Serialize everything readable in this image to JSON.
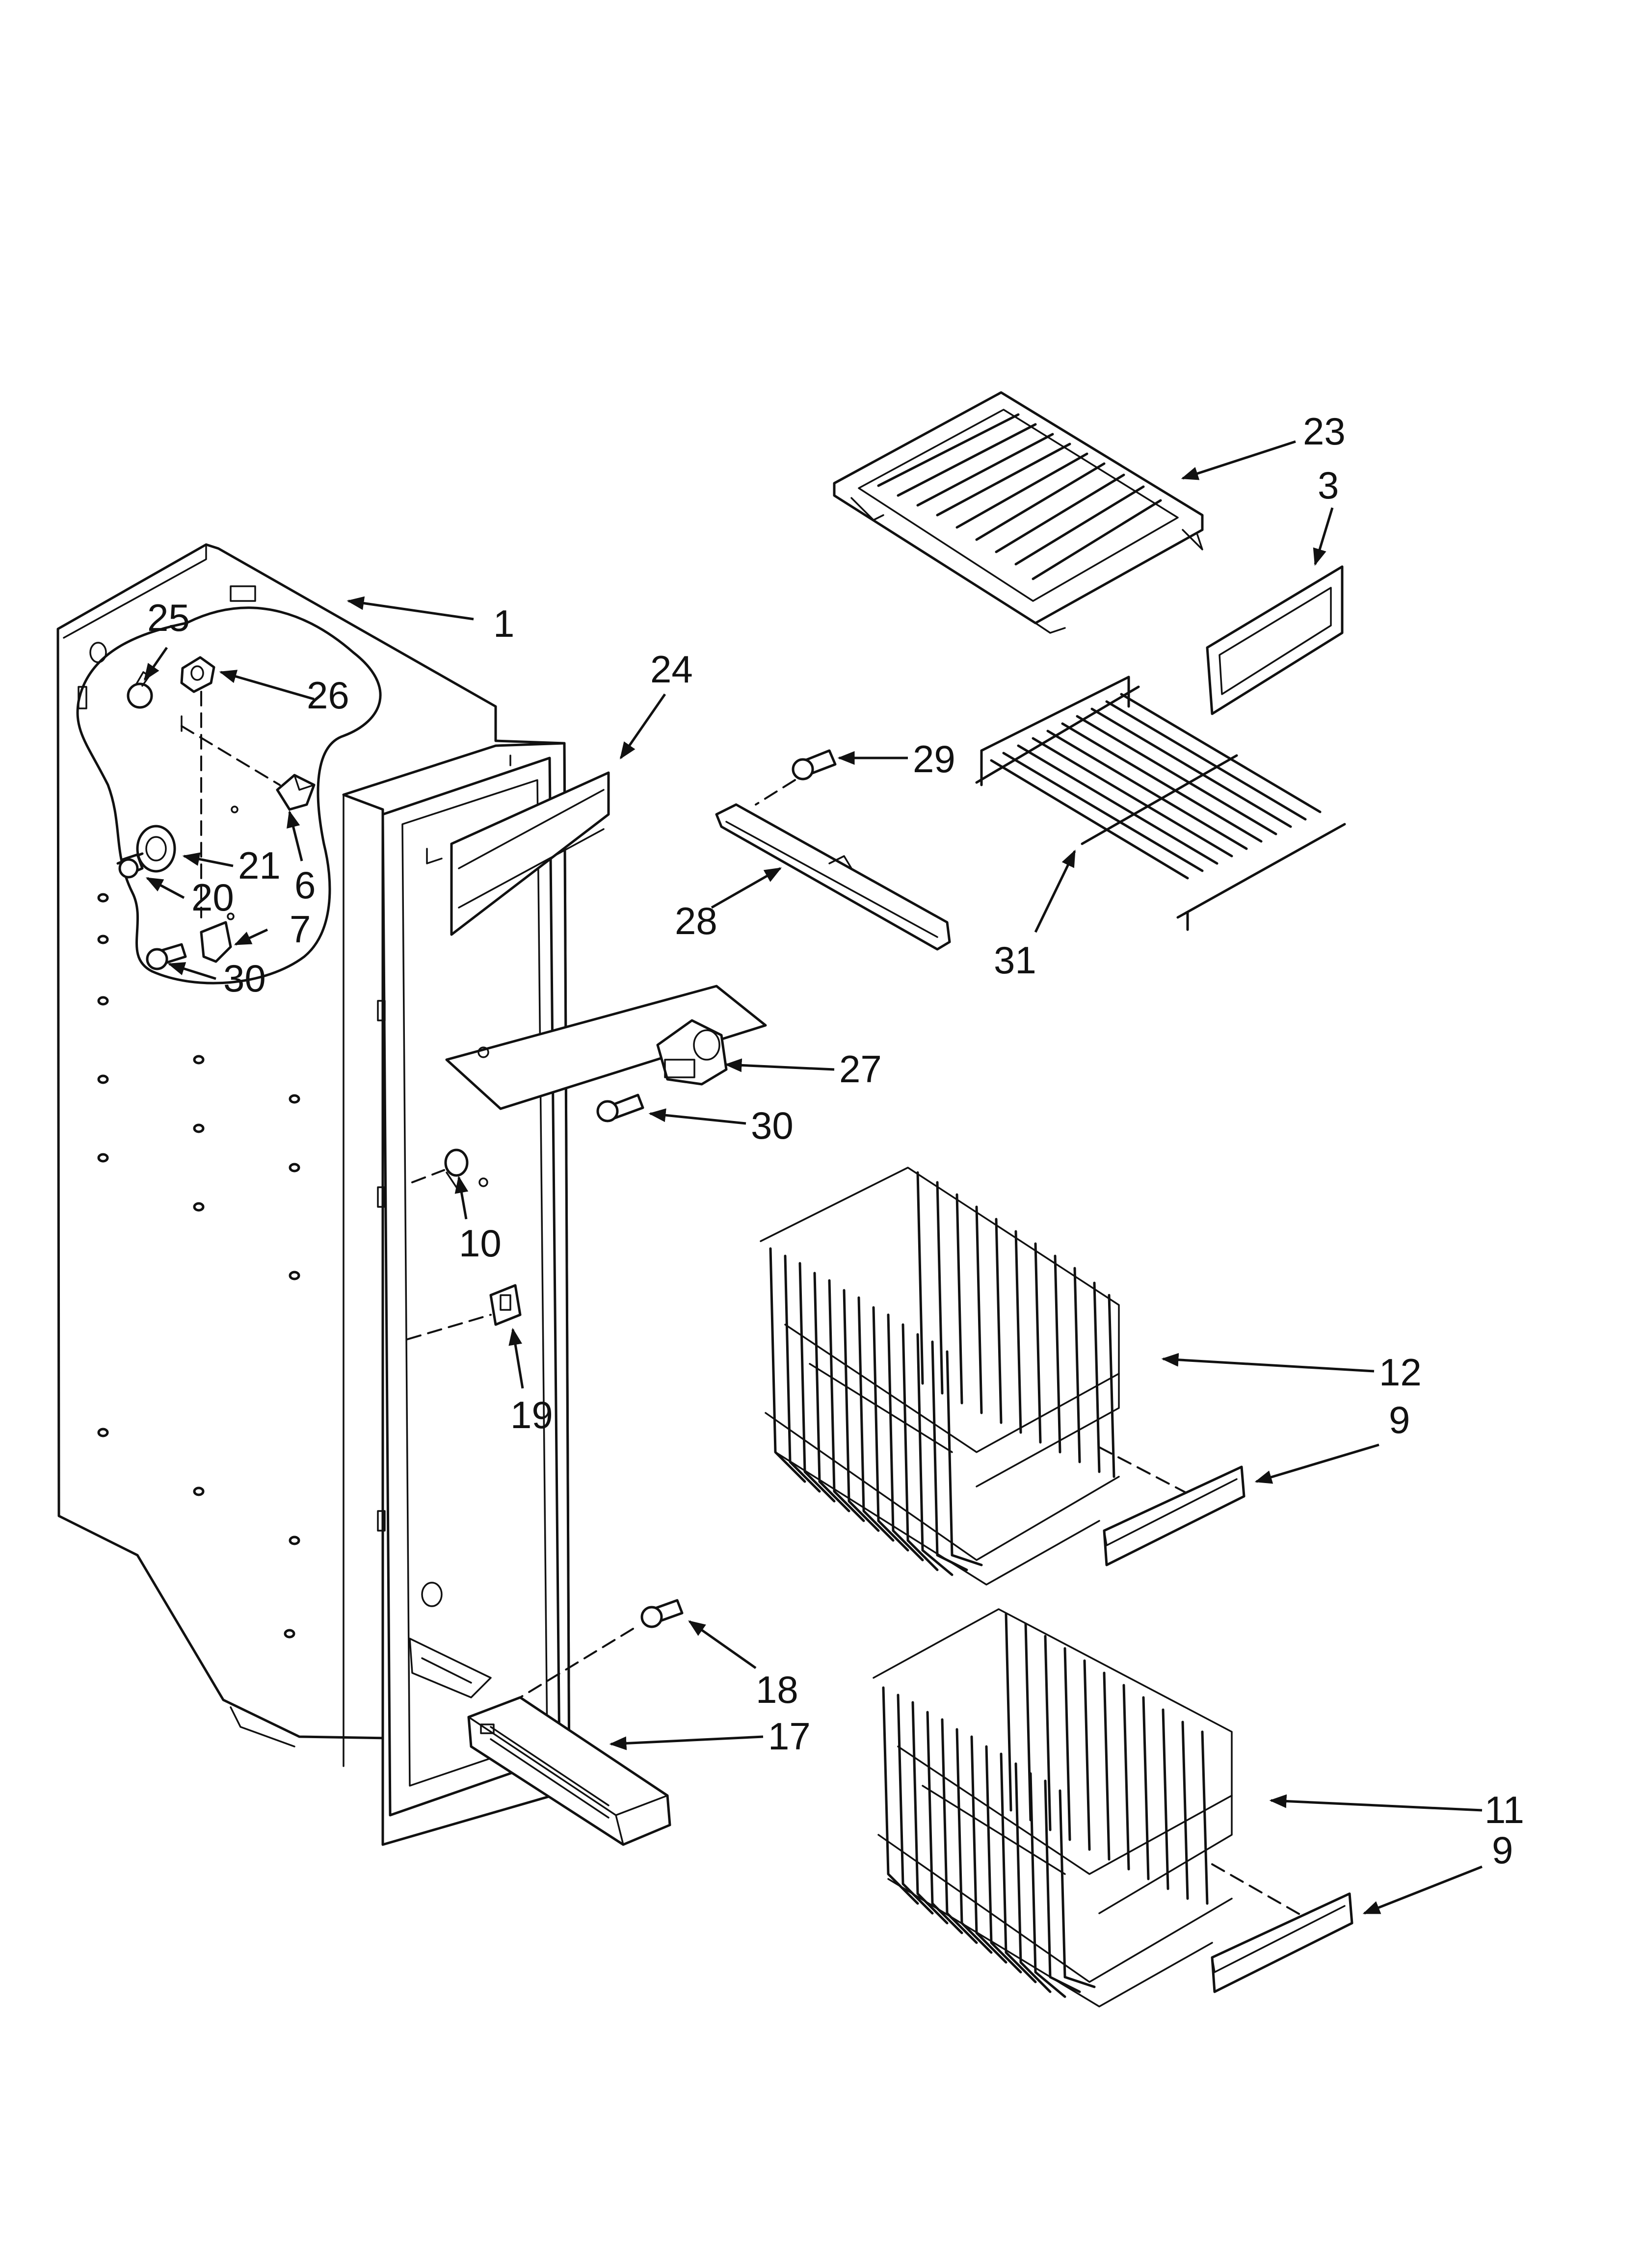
{
  "diagram": {
    "callouts": {
      "c1": "1",
      "c3": "3",
      "c6": "6",
      "c7": "7",
      "c9a": "9",
      "c9b": "9",
      "c10": "10",
      "c11": "11",
      "c12": "12",
      "c17": "17",
      "c18": "18",
      "c19": "19",
      "c20": "20",
      "c21": "21",
      "c23": "23",
      "c24": "24",
      "c25": "25",
      "c26": "26",
      "c27": "27",
      "c28": "28",
      "c29": "29",
      "c30a": "30",
      "c30b": "30",
      "c31": "31"
    }
  }
}
